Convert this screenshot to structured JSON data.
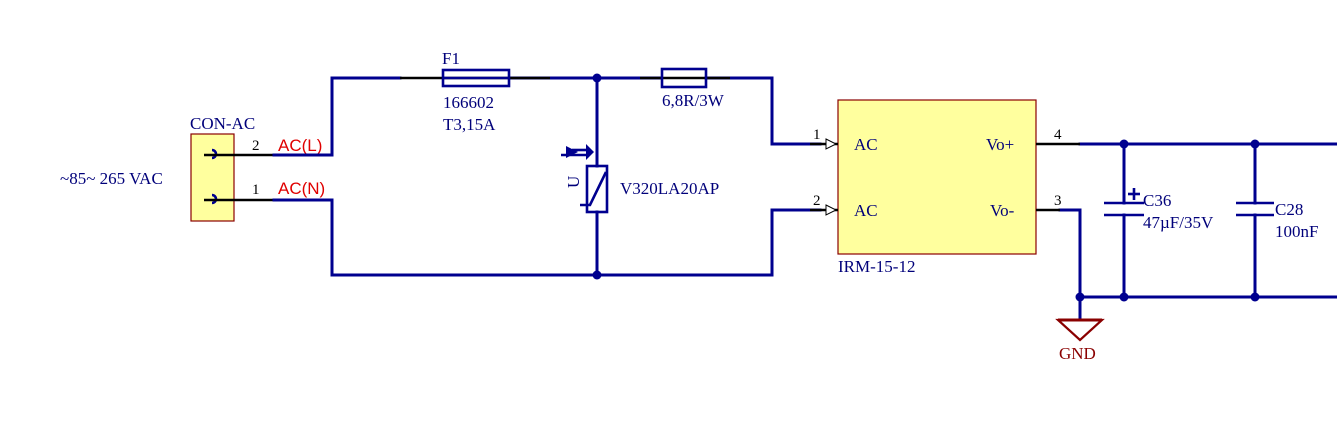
{
  "input_voltage_label": "~85~ 265 VAC",
  "connector": {
    "name": "CON-AC",
    "pins": [
      {
        "num": "2",
        "net": "AC(L)"
      },
      {
        "num": "1",
        "net": "AC(N)"
      }
    ]
  },
  "fuse": {
    "ref": "F1",
    "part": "166602",
    "rating": "T3,15A"
  },
  "resistor": {
    "value": "6,8R/3W"
  },
  "varistor": {
    "part": "V320LA20AP",
    "symbol_letter": "U"
  },
  "module": {
    "name": "IRM-15-12",
    "pins": [
      {
        "num": "1",
        "label": "AC"
      },
      {
        "num": "2",
        "label": "AC"
      },
      {
        "num": "4",
        "label": "Vo+"
      },
      {
        "num": "3",
        "label": "Vo-"
      }
    ]
  },
  "cap_c36": {
    "ref": "C36",
    "value": "47µF/35V"
  },
  "cap_c28": {
    "ref": "C28",
    "value": "100nF"
  },
  "ground": {
    "label": "GND"
  },
  "colors": {
    "wire": "#00008f",
    "net_label": "#e00000",
    "component_fill": "#ffff9e",
    "ground": "#8a0000"
  }
}
